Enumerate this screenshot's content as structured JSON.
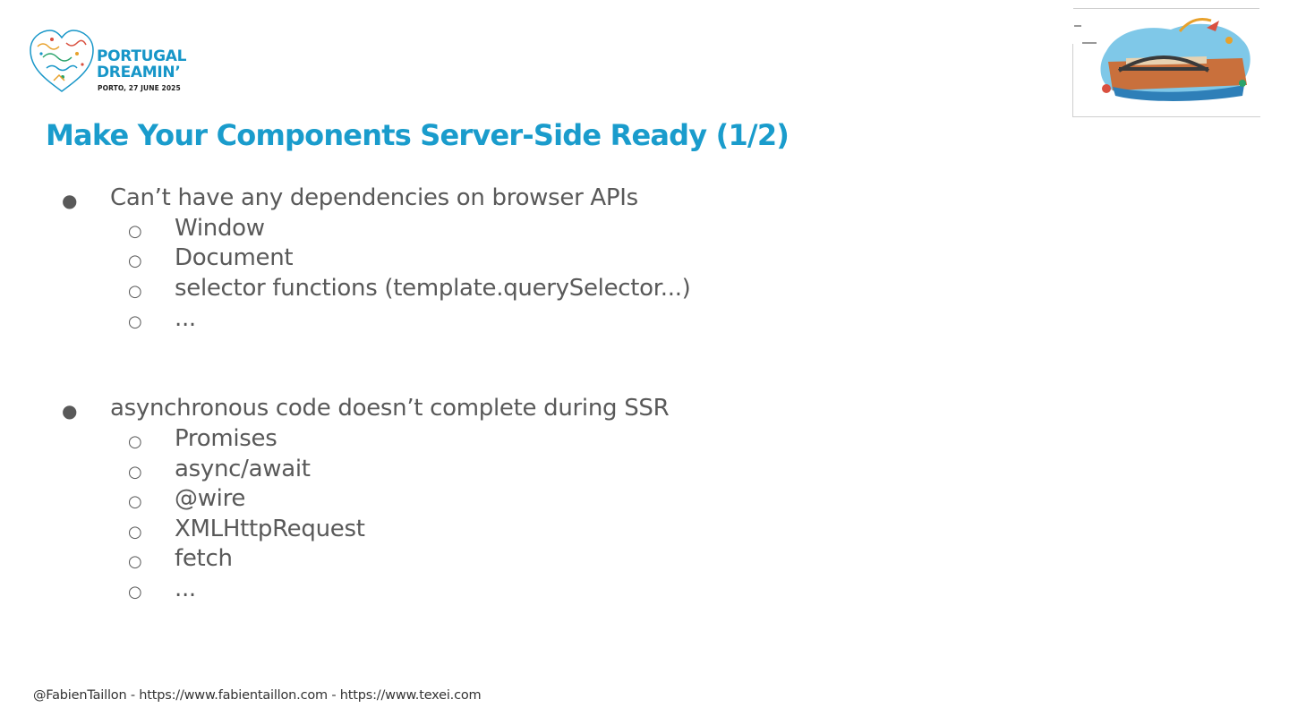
{
  "slide": {
    "title": "Make Your Components Server-Side Ready (1/2)",
    "bullet_glyph": "●",
    "sub_bullet_glyph": "○",
    "groups": [
      {
        "text": "Can’t have any dependencies on browser APIs",
        "items": [
          "Window",
          "Document",
          "selector functions (template.querySelector...)",
          "..."
        ]
      },
      {
        "text": "asynchronous code doesn’t complete during SSR",
        "items": [
          "Promises",
          "async/await",
          "@wire",
          "XMLHttpRequest",
          "fetch",
          "..."
        ]
      }
    ]
  },
  "logo": {
    "line1": "PORTUGAL",
    "line2": "DREAMIN’",
    "date": "PORTO, 27 JUNE 2025"
  },
  "footer": {
    "text": "@FabienTaillon - https://www.fabientaillon.com - https://www.texei.com"
  },
  "colors": {
    "title": "#1a9ccc",
    "body_text": "#595959",
    "logo_blue": "#1796c8"
  }
}
